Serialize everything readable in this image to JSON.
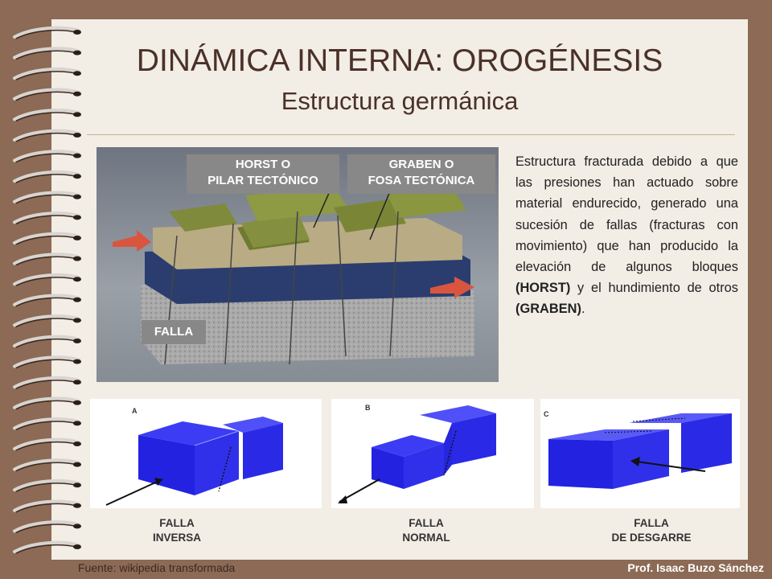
{
  "header": {
    "title": "DINÁMICA INTERNA: OROGÉNESIS",
    "subtitle": "Estructura germánica"
  },
  "diagram": {
    "labels": {
      "horst_line1": "HORST O",
      "horst_line2": "PILAR TECTÓNICO",
      "graben_line1": "GRABEN O",
      "graben_line2": "FOSA TECTÓNICA",
      "falla": "FALLA"
    }
  },
  "description": {
    "part1": "Estructura fracturada debido a que las presiones han actuado sobre material endurecido, generado una sucesión de fallas (fracturas con movimiento) que han producido la elevación de algunos bloques ",
    "horst": "(HORST)",
    "part2": " y el hundimiento de otros ",
    "graben": "(GRABEN)",
    "part3": "."
  },
  "faults": [
    {
      "letter": "A",
      "line1": "FALLA",
      "line2": "INVERSA"
    },
    {
      "letter": "B",
      "line1": "FALLA",
      "line2": "NORMAL"
    },
    {
      "letter": "C",
      "line1": "FALLA",
      "line2": "DE DESGARRE"
    }
  ],
  "footer": {
    "source": "Fuente: wikipedia transformada",
    "author": "Prof. Isaac Buzo Sánchez"
  },
  "colors": {
    "background": "#8c6a55",
    "page": "#f2ede5",
    "title": "#4a3128",
    "block_blue": "#2c2cf0",
    "label_grey": "#888888"
  }
}
